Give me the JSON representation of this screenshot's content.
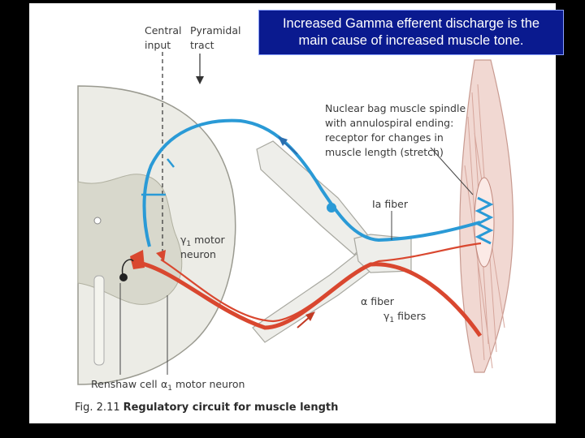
{
  "callout": {
    "line1": "Increased Gamma efferent discharge is the",
    "line2": "main cause of increased muscle tone."
  },
  "labels": {
    "central_input_1": "Central",
    "central_input_2": "input",
    "pyramidal_1": "Pyramidal",
    "pyramidal_2": "tract",
    "spindle_1": "Nuclear bag muscle spindle",
    "spindle_2": "with annulospiral ending:",
    "spindle_3": "receptor for changes in",
    "spindle_4": "muscle length (stretch)",
    "ia_fiber": "Ia fiber",
    "gamma_motor_1": "γ",
    "gamma_motor_sub": "1",
    "gamma_motor_2": " motor",
    "gamma_motor_3": "neuron",
    "alpha_fiber": "α fiber",
    "gamma_fibers": "γ",
    "gamma_fibers_sub": "1",
    "gamma_fibers_2": " fibers",
    "renshaw": "Renshaw cell",
    "alpha_motor": "α",
    "alpha_motor_sub": "1",
    "alpha_motor_2": " motor neuron"
  },
  "caption": {
    "fig_num": "Fig. 2.11",
    "title": "Regulatory circuit for muscle length"
  },
  "colors": {
    "sensory": "#2a9ad6",
    "motor": "#d9472f",
    "callout_bg": "#0a1a8f",
    "spinal_cord": "#ecece6",
    "gray_matter": "#d8d8cc"
  }
}
